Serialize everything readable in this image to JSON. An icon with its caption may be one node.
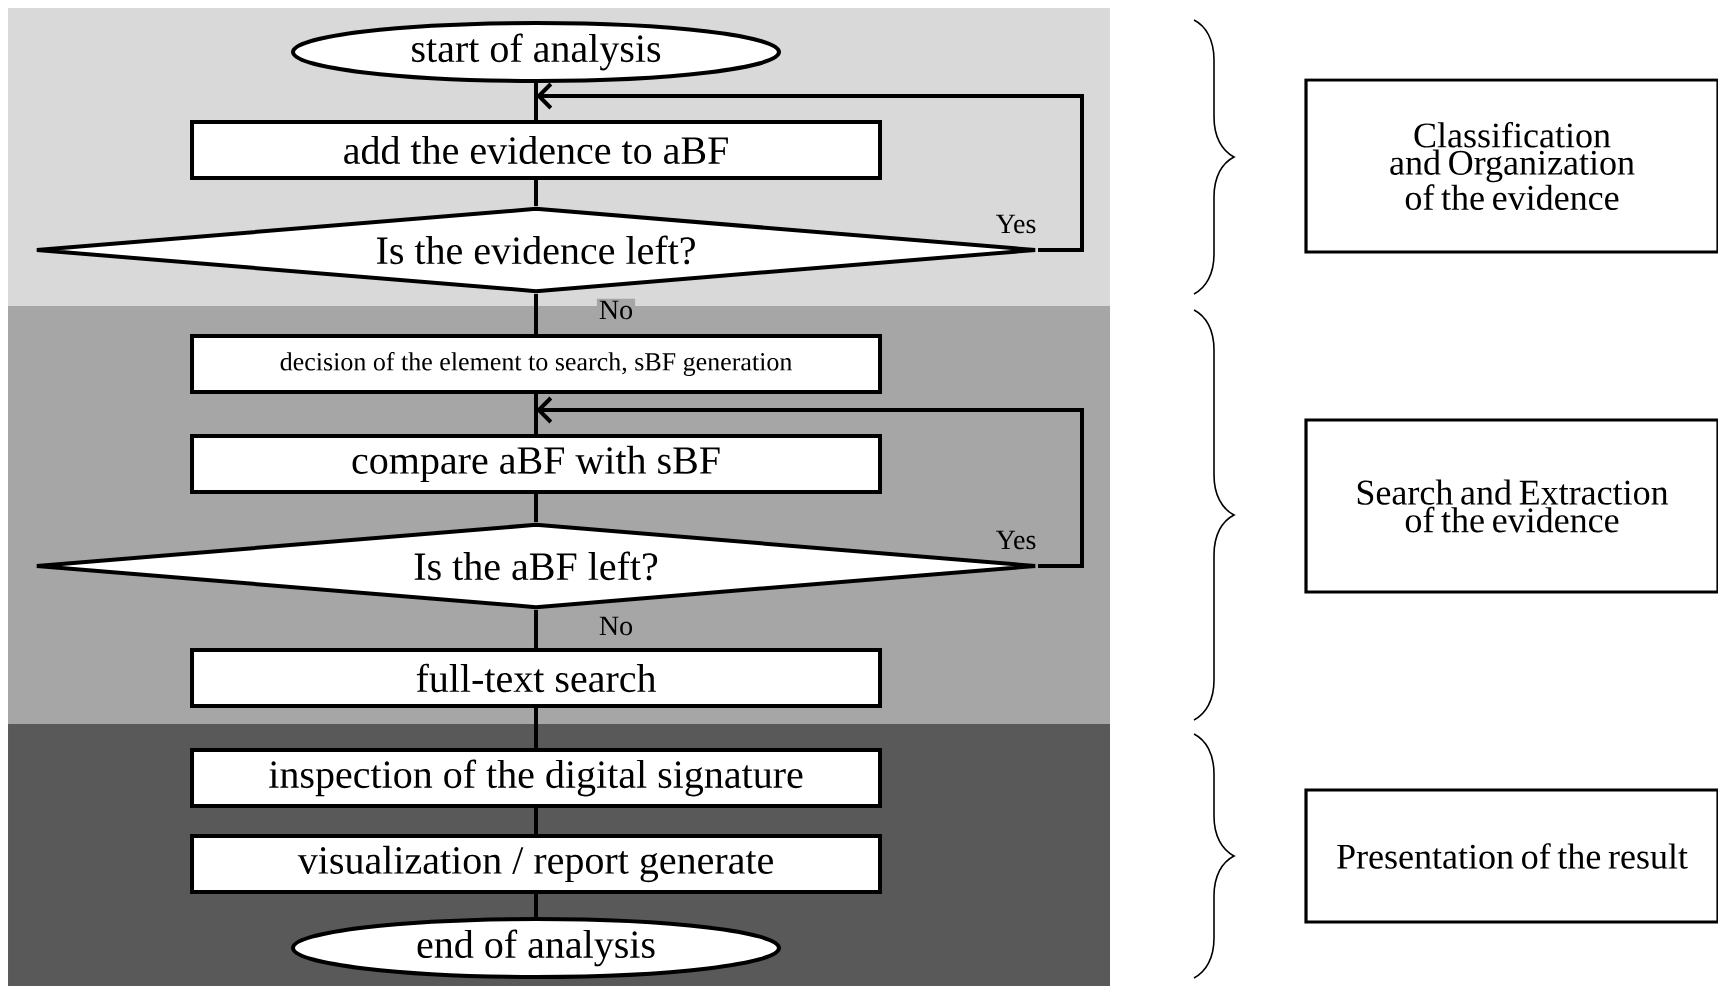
{
  "diagram": {
    "nodes": [
      {
        "text": [
          "start of analysis"
        ]
      },
      {
        "text": [
          "add the evidence to aBF"
        ]
      },
      {
        "text": [
          "Is the evidence left?"
        ]
      },
      {
        "text": [
          "decision of the element to search, sBF generation"
        ]
      },
      {
        "text": [
          "compare aBF with sBF"
        ]
      },
      {
        "text": [
          "Is the aBF left?"
        ]
      },
      {
        "text": [
          "full-text search"
        ]
      },
      {
        "text": [
          "inspection of the digital signature"
        ]
      },
      {
        "text": [
          "visualization / report generate"
        ]
      },
      {
        "text": [
          "end of analysis"
        ]
      },
      {
        "text": [
          "Classification and Organization of the evidence"
        ]
      },
      {
        "text": [
          "Search and Extraction of the evidence"
        ]
      },
      {
        "text": [
          "Presentation of the result"
        ]
      }
    ],
    "edges": [
      {
        "from": 0,
        "to": 1,
        "arrow": "none"
      },
      {
        "from": 1,
        "to": 2,
        "arrow": "none"
      },
      {
        "from": 2,
        "to": 1,
        "arrow": "to",
        "label": "Yes"
      },
      {
        "from": 2,
        "to": 3,
        "arrow": "none",
        "label": "No"
      },
      {
        "from": 3,
        "to": 4,
        "arrow": "none"
      },
      {
        "from": 4,
        "to": 5,
        "arrow": "none"
      },
      {
        "from": 5,
        "to": 4,
        "arrow": "to",
        "label": "Yes"
      },
      {
        "from": 5,
        "to": 6,
        "arrow": "none",
        "label": "No"
      },
      {
        "from": 6,
        "to": 7,
        "arrow": "none"
      },
      {
        "from": 7,
        "to": 8,
        "arrow": "none"
      },
      {
        "from": 8,
        "to": 9,
        "arrow": "none"
      }
    ]
  }
}
